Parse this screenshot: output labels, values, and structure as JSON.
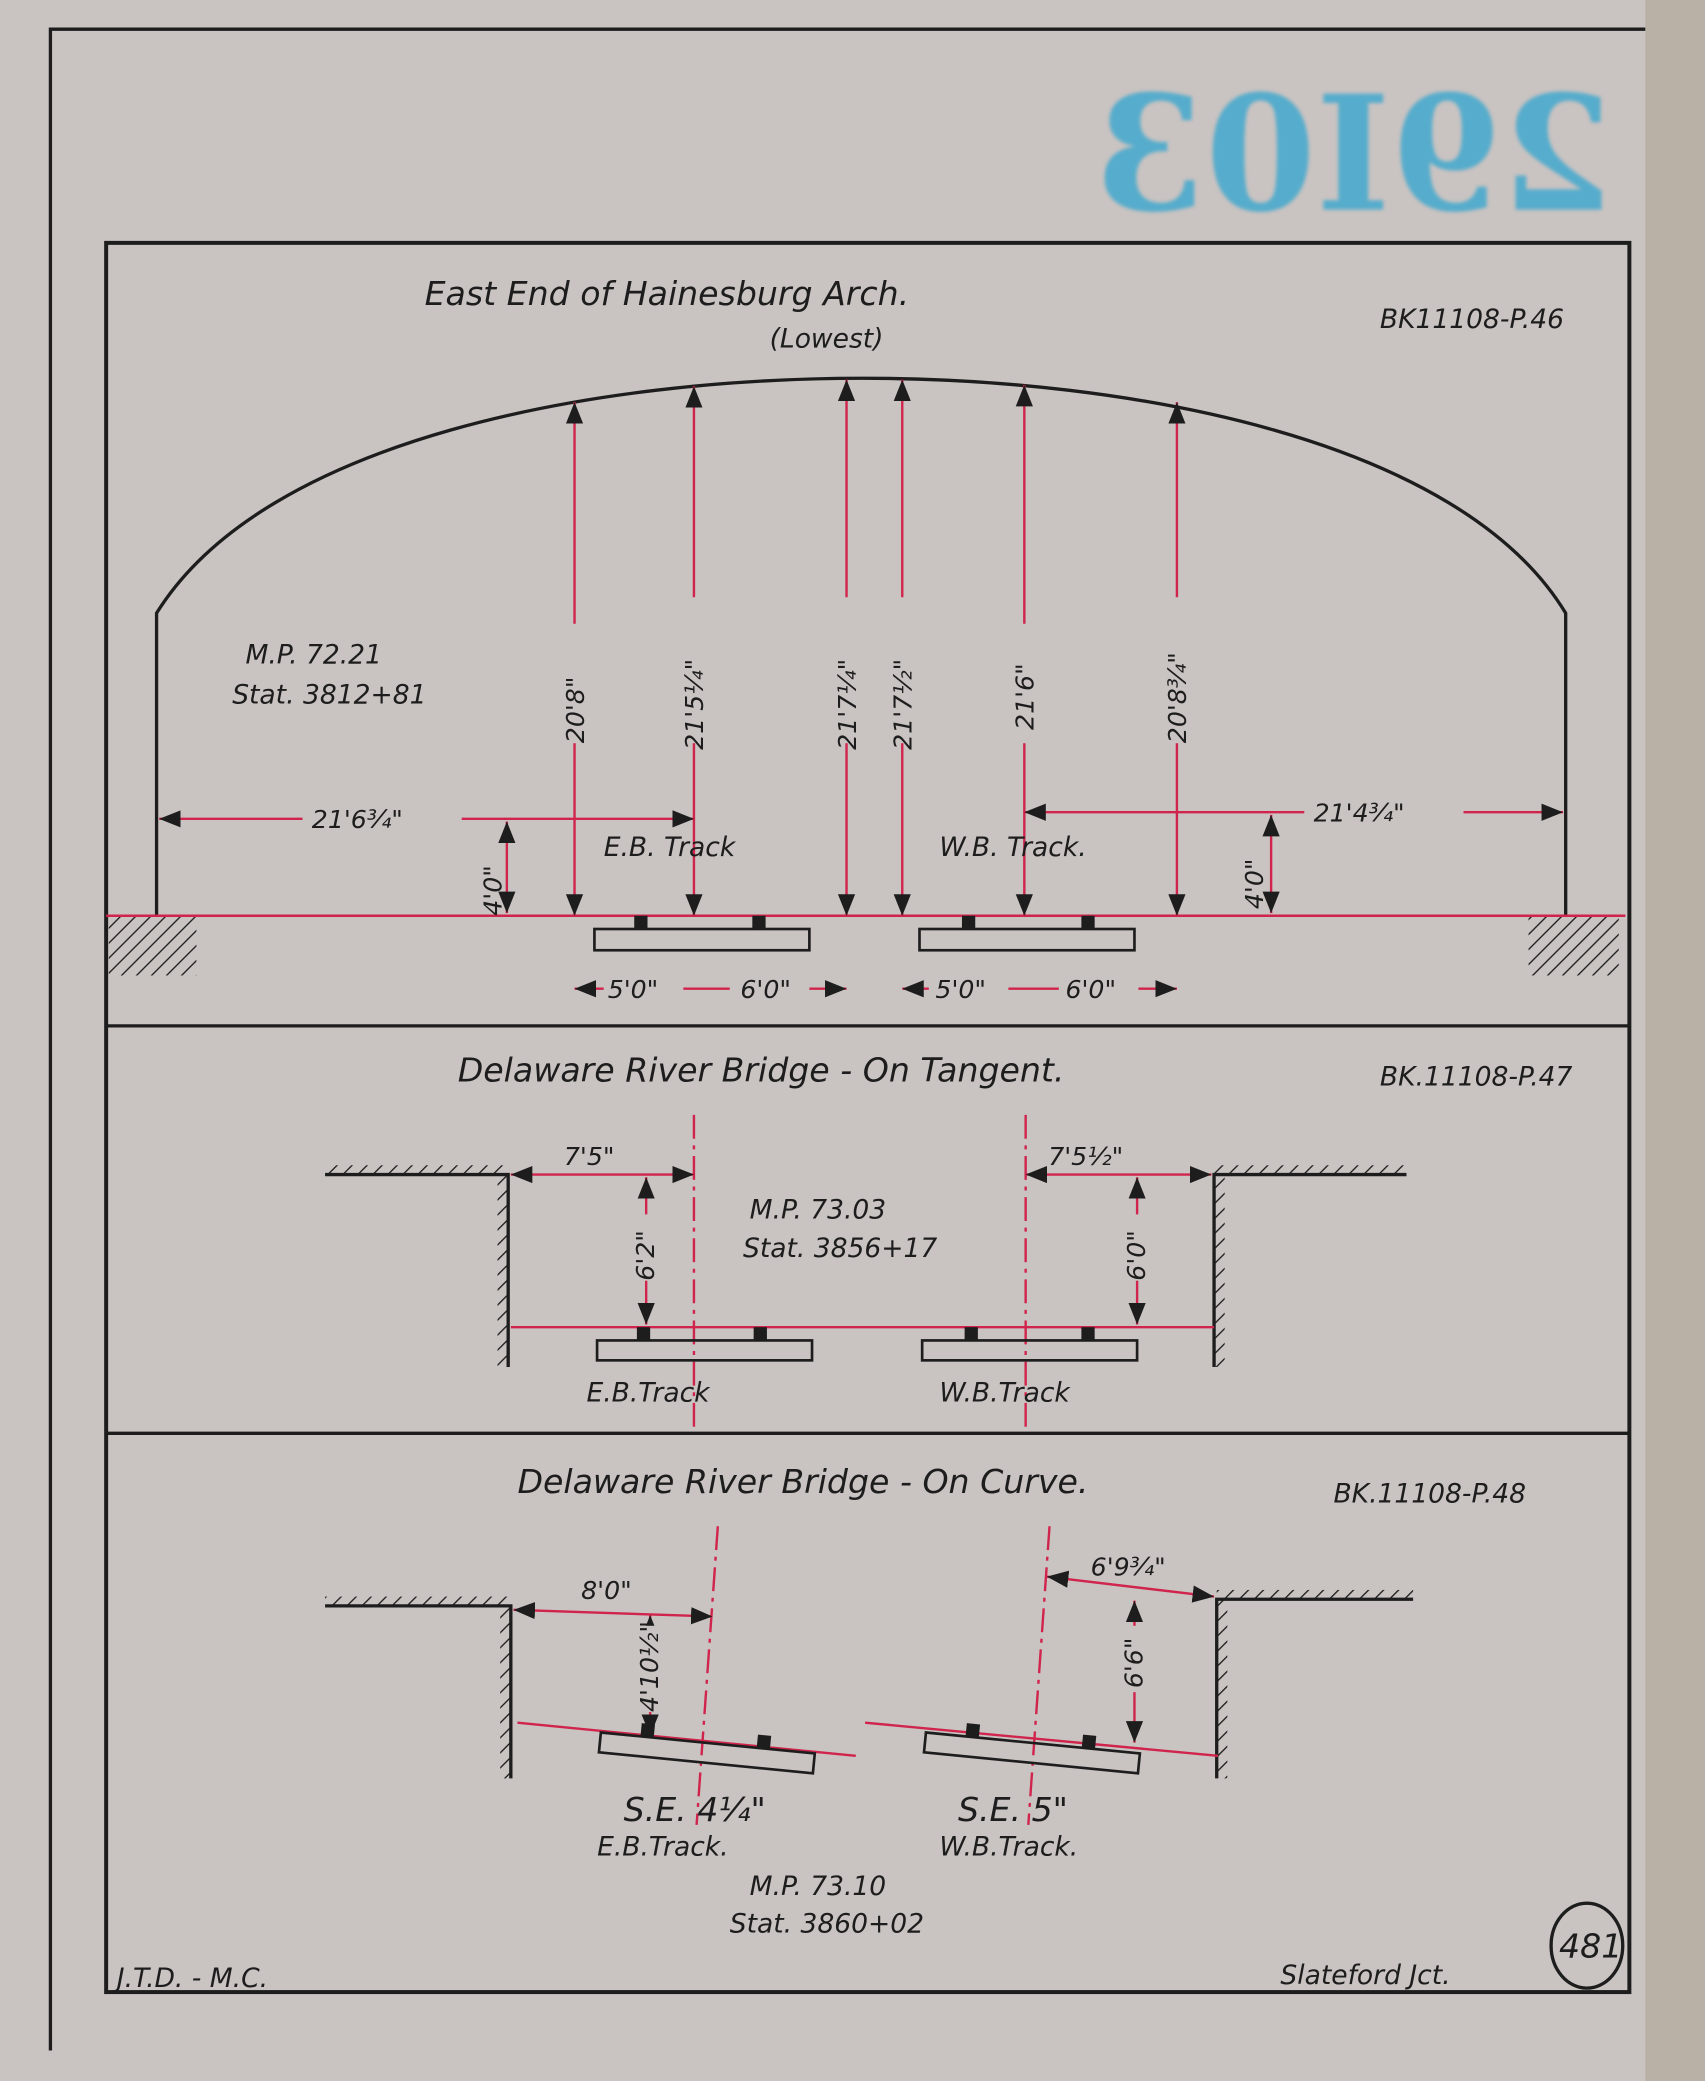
{
  "stamp": "29I03",
  "sections": [
    {
      "title": "East End of Hainesburg Arch.",
      "subtitle": "(Lowest)",
      "ref": "BK11108-P.46",
      "mp": "M.P. 72.21",
      "stat": "Stat. 3812+81",
      "heights": [
        "20'8\"",
        "21'5¼\"",
        "21'7¼\"",
        "21'7½\"",
        "21'6\"",
        "20'8¾\""
      ],
      "left_clear": "21'6¾\"",
      "right_clear": "21'4¾\"",
      "rail_height_left": "4'0\"",
      "rail_height_right": "4'0\"",
      "eb_track": "E.B. Track",
      "wb_track": "W.B. Track.",
      "offsets": [
        "5'0\"",
        "6'0\"",
        "5'0\"",
        "6'0\""
      ]
    },
    {
      "title": "Delaware River Bridge - On Tangent.",
      "ref": "BK.11108-P.47",
      "mp": "M.P. 73.03",
      "stat": "Stat. 3856+17",
      "left_clear": "7'5\"",
      "right_clear": "7'5½\"",
      "left_height": "6'2\"",
      "right_height": "6'0\"",
      "eb_track": "E.B.Track",
      "wb_track": "W.B.Track"
    },
    {
      "title": "Delaware River Bridge - On Curve.",
      "ref": "BK.11108-P.48",
      "mp": "M.P. 73.10",
      "stat": "Stat. 3860+02",
      "left_clear": "8'0\"",
      "right_clear": "6'9¾\"",
      "left_height": "4'10½\"",
      "right_height": "6'6\"",
      "eb_se": "S.E. 4¼\"",
      "wb_se": "S.E. 5\"",
      "eb_track": "E.B.Track.",
      "wb_track": "W.B.Track."
    }
  ],
  "footer": {
    "initials": "J.T.D. - M.C.",
    "location": "Slateford Jct.",
    "page": "481"
  }
}
